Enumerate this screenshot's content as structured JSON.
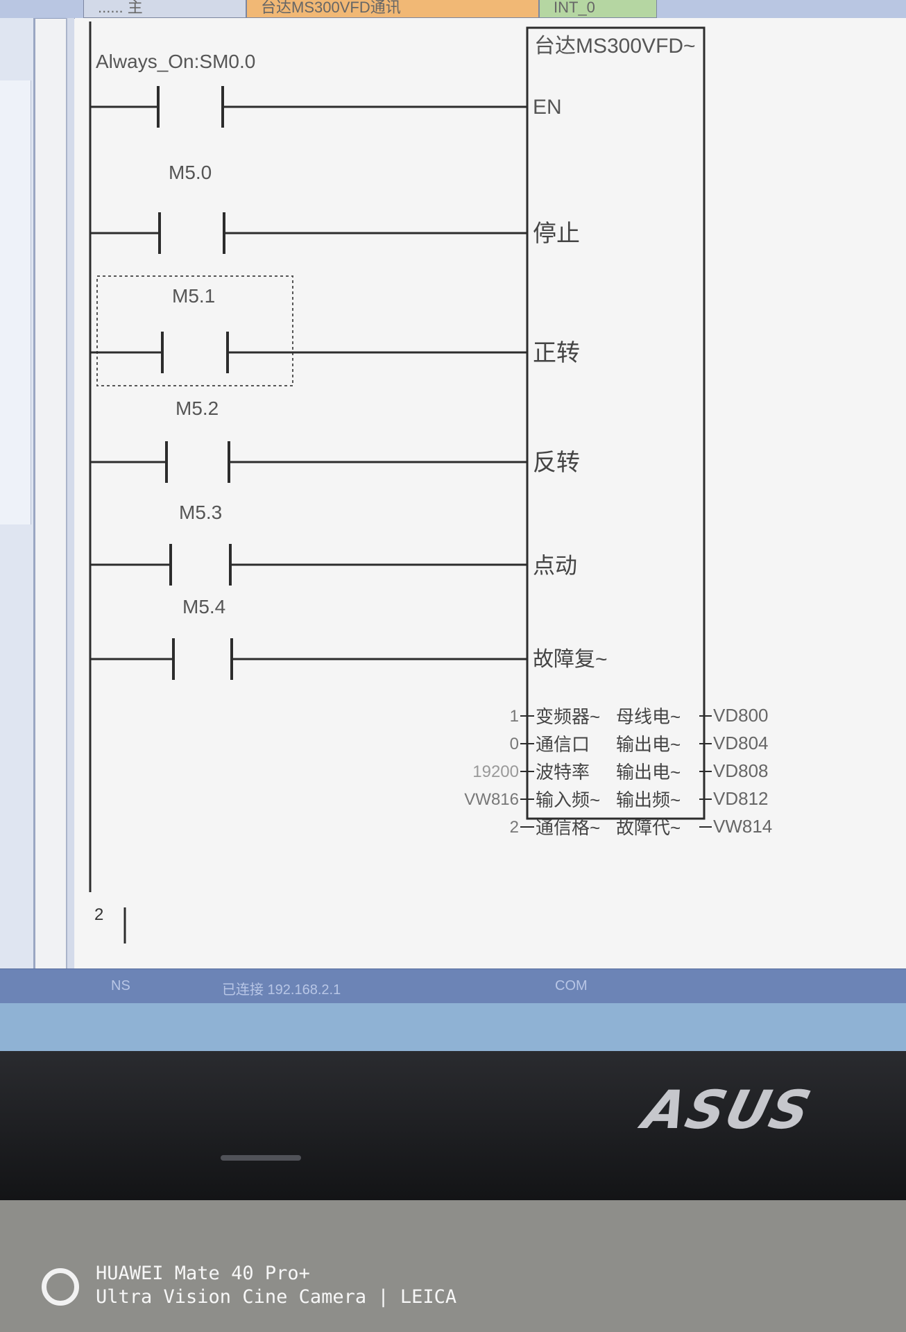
{
  "tabs": [
    {
      "label": "...... 主"
    },
    {
      "label": "台达MS300VFD通讯"
    },
    {
      "label": "INT_0"
    }
  ],
  "rung1": {
    "contacts": [
      {
        "address": "Always_On:SM0.0",
        "pin": "EN"
      },
      {
        "address": "M5.0",
        "pin": "停止"
      },
      {
        "address": "M5.1",
        "pin": "正转"
      },
      {
        "address": "M5.2",
        "pin": "反转"
      },
      {
        "address": "M5.3",
        "pin": "点动"
      },
      {
        "address": "M5.4",
        "pin": "故障复~"
      }
    ],
    "block_title": "台达MS300VFD~",
    "io_rows": [
      {
        "in_value": "1",
        "in_pin": "变频器~",
        "out_pin": "母线电~",
        "out_value": "VD800"
      },
      {
        "in_value": "0",
        "in_pin": "通信口",
        "out_pin": "输出电~",
        "out_value": "VD804"
      },
      {
        "in_value": "19200",
        "in_pin": "波特率",
        "out_pin": "输出电~",
        "out_value": "VD808"
      },
      {
        "in_value": "VW816",
        "in_pin": "输入频~",
        "out_pin": "输出频~",
        "out_value": "VD812"
      },
      {
        "in_value": "2",
        "in_pin": "通信格~",
        "out_pin": "故障代~",
        "out_value": "VW814"
      }
    ]
  },
  "rung2": {
    "number": "2"
  },
  "status_bar": {
    "items": [
      "NS",
      "已连接 192.168.2.1",
      "COM"
    ]
  },
  "bezel": {
    "brand": "ASUS"
  },
  "watermark": {
    "line1": "HUAWEI Mate 40 Pro+",
    "line2": "Ultra Vision Cine Camera | LEICA"
  },
  "colors": {
    "ladder_line": "#2c2c2c",
    "editor_bg": "#f5f5f5",
    "status_bar": "#6c84b6",
    "tab_active": "#f1b875"
  }
}
